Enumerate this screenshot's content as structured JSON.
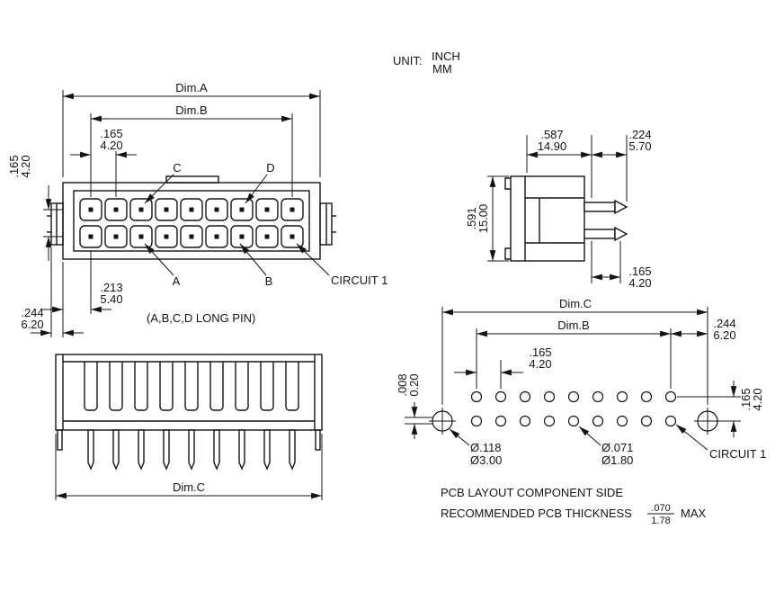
{
  "unit": {
    "label": "UNIT:",
    "inch": "INCH",
    "mm": "MM"
  },
  "front": {
    "dim_a": "Dim.A",
    "dim_b": "Dim.B",
    "pitch": {
      "inch": ".165",
      "mm": "4.20"
    },
    "row_pitch": {
      "inch": ".165",
      "mm": "4.20"
    },
    "edge_dim": {
      "inch": ".213",
      "mm": "5.40"
    },
    "peg_dim": {
      "inch": ".244",
      "mm": "6.20"
    },
    "label_a": "A",
    "label_b": "B",
    "label_c": "C",
    "label_d": "D",
    "circuit1": "CIRCUIT 1",
    "note": "(A,B,C,D LONG PIN)"
  },
  "side": {
    "depth": {
      "inch": ".587",
      "mm": "14.90"
    },
    "pin_len": {
      "inch": ".224",
      "mm": "5.70"
    },
    "height": {
      "inch": ".591",
      "mm": "15.00"
    },
    "row_offset": {
      "inch": ".165",
      "mm": "4.20"
    }
  },
  "bottom": {
    "dim_c": "Dim.C"
  },
  "pcb": {
    "dim_c": "Dim.C",
    "dim_b": "Dim.B",
    "pitch": {
      "inch": ".165",
      "mm": "4.20"
    },
    "end_dim": {
      "inch": ".244",
      "mm": "6.20"
    },
    "offset": {
      "inch": ".008",
      "mm": "0.20"
    },
    "row_pitch": {
      "inch": ".165",
      "mm": "4.20"
    },
    "big_hole": {
      "inch": "Ø.118",
      "mm": "Ø3.00"
    },
    "small_hole": {
      "inch": "Ø.071",
      "mm": "Ø1.80"
    },
    "circuit1": "CIRCUIT 1",
    "title": "PCB  LAYOUT COMPONENT SIDE",
    "thickness_label": "RECOMMENDED PCB  THICKNESS",
    "thickness": {
      "inch": ".070",
      "mm": "1.78"
    },
    "max": "MAX"
  }
}
